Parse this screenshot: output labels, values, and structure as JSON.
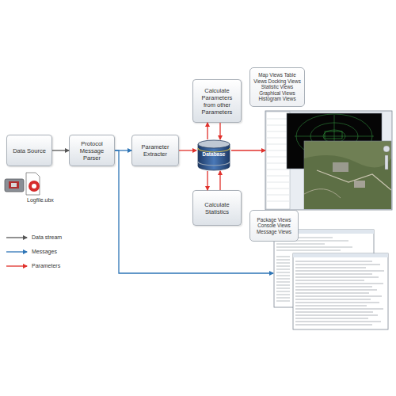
{
  "diagram": {
    "nodes": [
      {
        "text": [
          "Data Source"
        ]
      },
      {
        "text": [
          "Protocol Message Parser"
        ]
      },
      {
        "text": [
          "Parameter Extracter"
        ]
      },
      {
        "text": [
          "Database"
        ]
      },
      {
        "text": [
          "Calculate Parameters from other Parameters"
        ]
      },
      {
        "text": [
          "Calculate Statistics"
        ]
      },
      {
        "text": [
          "Map Views Table Views Docking Views Statistic Views Graphical Views Histogram Views"
        ]
      },
      {
        "text": [
          "Package Views Console Views Message Views"
        ]
      }
    ],
    "edges": [
      {
        "from": 0,
        "to": 1,
        "arrow": "to"
      },
      {
        "from": 1,
        "to": 2,
        "arrow": "to"
      },
      {
        "from": 2,
        "to": 3,
        "arrow": "to"
      },
      {
        "from": 3,
        "to": 4,
        "arrow": "to"
      },
      {
        "from": 4,
        "to": 3,
        "arrow": "to"
      },
      {
        "from": 3,
        "to": 5,
        "arrow": "to"
      },
      {
        "from": 5,
        "to": 3,
        "arrow": "to"
      },
      {
        "from": 3,
        "to": 6,
        "arrow": "to"
      },
      {
        "from": 1,
        "to": 7,
        "arrow": "to"
      }
    ],
    "labels": [
      "Logfile.ubx"
    ],
    "legend": [
      {
        "text": "Data stream"
      },
      {
        "text": "Messages"
      },
      {
        "text": "Parameters"
      }
    ]
  }
}
